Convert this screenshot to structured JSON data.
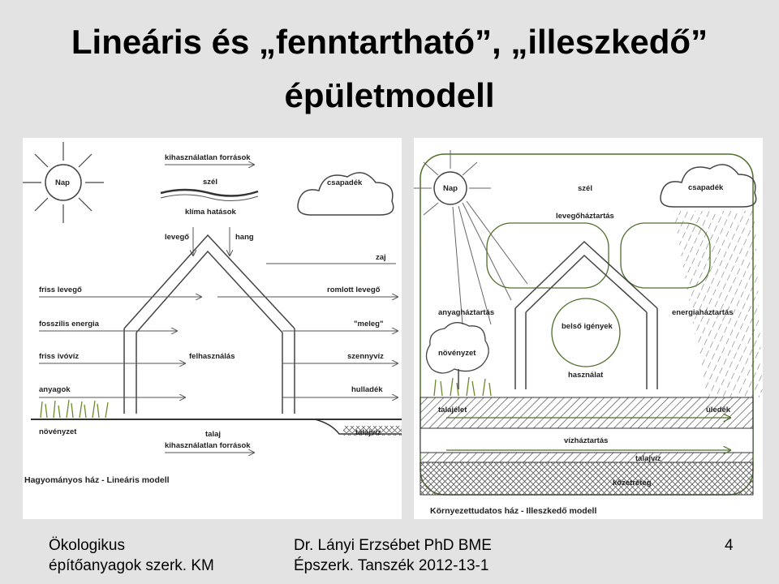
{
  "title": {
    "line1": "Lineáris és „fenntartható”, „illeszkedő”",
    "line2": "épületmodell"
  },
  "left_diagram": {
    "sun": "Nap",
    "unused_sources_top": "kihasználatlan források",
    "wind": "szél",
    "precipitation": "csapadék",
    "climate": "klíma hatások",
    "air": "levegő",
    "sound": "hang",
    "noise": "zaj",
    "fresh_air": "friss levegő",
    "stale_air": "romlott levegő",
    "fossil_energy": "fosszilis energia",
    "heat": "\"meleg\"",
    "drinking_water": "friss ivóvíz",
    "usage": "felhasználás",
    "wastewater": "szennyvíz",
    "materials": "anyagok",
    "waste": "hulladék",
    "plants": "növényzet",
    "soil": "talaj",
    "unused_sources_bottom": "kihasználatlan források",
    "groundwater": "talajvíz",
    "caption": "Hagyományos ház - Lineáris modell"
  },
  "right_diagram": {
    "sun": "Nap",
    "wind": "szél",
    "precipitation": "csapadék",
    "air_balance": "levegőháztartás",
    "material_balance": "anyagháztartás",
    "energy_balance": "energiaháztartás",
    "inner_needs": "belső igények",
    "plants": "növényzet",
    "usage": "használat",
    "soil_life": "talajélet",
    "sediment": "üledék",
    "water_balance": "vízháztartás",
    "groundwater": "talajvíz",
    "rock_layer": "kőzetréteg",
    "caption": "Környezettudatos ház - Illeszkedő modell"
  },
  "footer": {
    "left_line1": "Ökologikus",
    "left_line2": "építőanyagok szerk. KM",
    "mid_line1": "Dr. Lányi Erzsébet PhD BME",
    "mid_line2": "Épszerk. Tanszék 2012-13-1",
    "page": "4"
  }
}
